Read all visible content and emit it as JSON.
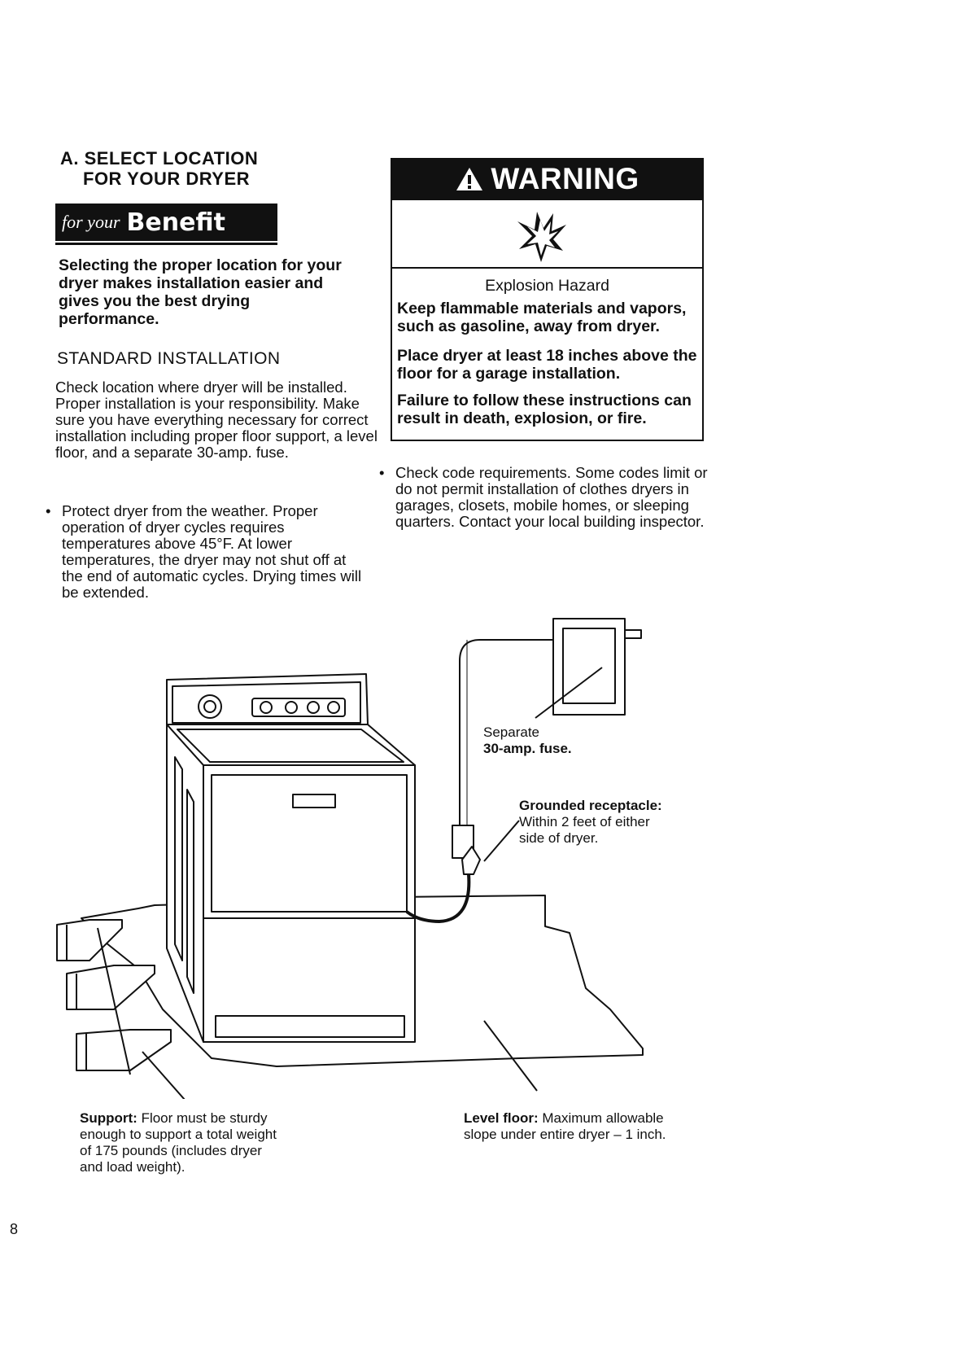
{
  "section": {
    "title_line1": "A. SELECT LOCATION",
    "title_line2": "FOR YOUR DRYER"
  },
  "benefit": {
    "prefix": "for your",
    "word": "Benefit"
  },
  "intro": "Selecting the proper location for your dryer makes installation easier and gives you the best drying performance.",
  "standard_installation": {
    "heading": "STANDARD INSTALLATION",
    "paragraph": "Check location where dryer will be installed. Proper installation is your responsibility. Make sure you have everything necessary for correct installation including proper floor support, a level floor, and a separate 30-amp. fuse.",
    "bullet1": "Protect dryer from the weather. Proper operation of dryer cycles requires temperatures above 45°F. At lower temperatures, the dryer may not shut off at the end of automatic cycles. Drying times will be extended.",
    "bullet2": "Check code requirements. Some codes limit or do not permit installation of clothes dryers in garages, closets, mobile homes, or sleeping quarters. Contact your local building inspector."
  },
  "warning": {
    "header": "WARNING",
    "hazard": "Explosion Hazard",
    "line1": "Keep flammable materials and vapors, such as gasoline, away from dryer.",
    "line2": "Place dryer at least 18 inches above the floor for a garage installation.",
    "line3": "Failure to follow these instructions can result in death, explosion, or fire."
  },
  "diagram": {
    "fuse_label_1": "Separate",
    "fuse_label_2": "30-amp. fuse.",
    "receptacle_title": "Grounded receptacle:",
    "receptacle_text_1": "Within 2 feet of either",
    "receptacle_text_2": "side of dryer.",
    "support_title": "Support:",
    "support_text": "Floor must be sturdy enough to support a total weight of 175 pounds (includes dryer and load weight).",
    "floor_title": "Level floor:",
    "floor_text": "Maximum allowable slope under entire dryer – 1 inch."
  },
  "page_number": "8",
  "colors": {
    "ink": "#111111",
    "paper": "#ffffff"
  }
}
